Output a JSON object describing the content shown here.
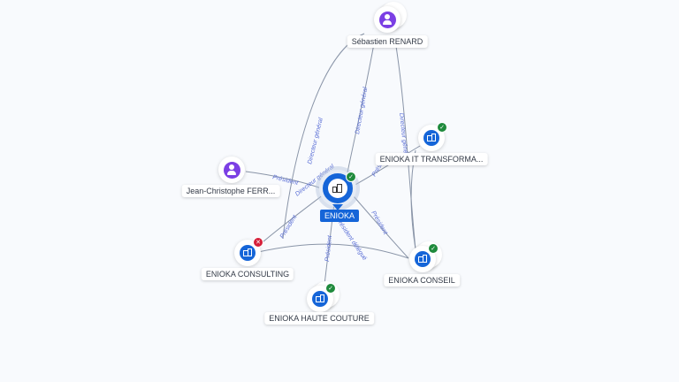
{
  "colors": {
    "background": "#f8fafd",
    "company": "#1565d8",
    "person": "#7b3fe4",
    "active_badge": "#1f8a3c",
    "inactive_badge": "#d6203a",
    "edge_label": "#5b6fd6"
  },
  "center": {
    "label": "ENIOKA",
    "icon": "building-icon",
    "status": "active"
  },
  "nodes": {
    "sebastien": {
      "label": "Sébastien RENARD",
      "kind": "person",
      "icon": "person-icon"
    },
    "jean_christophe": {
      "label": "Jean-Christophe FERR...",
      "kind": "person",
      "icon": "person-icon"
    },
    "it_transforma": {
      "label": "ENIOKA IT TRANSFORMA...",
      "kind": "company",
      "icon": "building-icon",
      "status": "active"
    },
    "consulting": {
      "label": "ENIOKA CONSULTING",
      "kind": "company",
      "icon": "building-icon",
      "status": "inactive"
    },
    "conseil": {
      "label": "ENIOKA CONSEIL",
      "kind": "company",
      "icon": "building-icon",
      "status": "active"
    },
    "haute_couture": {
      "label": "ENIOKA HAUTE COUTURE",
      "kind": "company",
      "icon": "building-icon",
      "status": "active"
    }
  },
  "badges": {
    "active": "✓",
    "inactive": "✕"
  },
  "edges": {
    "dg1": "Directeur général",
    "dg2": "Directeur général",
    "dg3": "Directeur général",
    "pres_jc": "Président",
    "pres_consulting": "Président",
    "pres_conseil": "Président",
    "pres_it": "Président",
    "pres_couture": "Président",
    "pdg": "Directeur général",
    "pres_delegue": "Président délégué"
  }
}
